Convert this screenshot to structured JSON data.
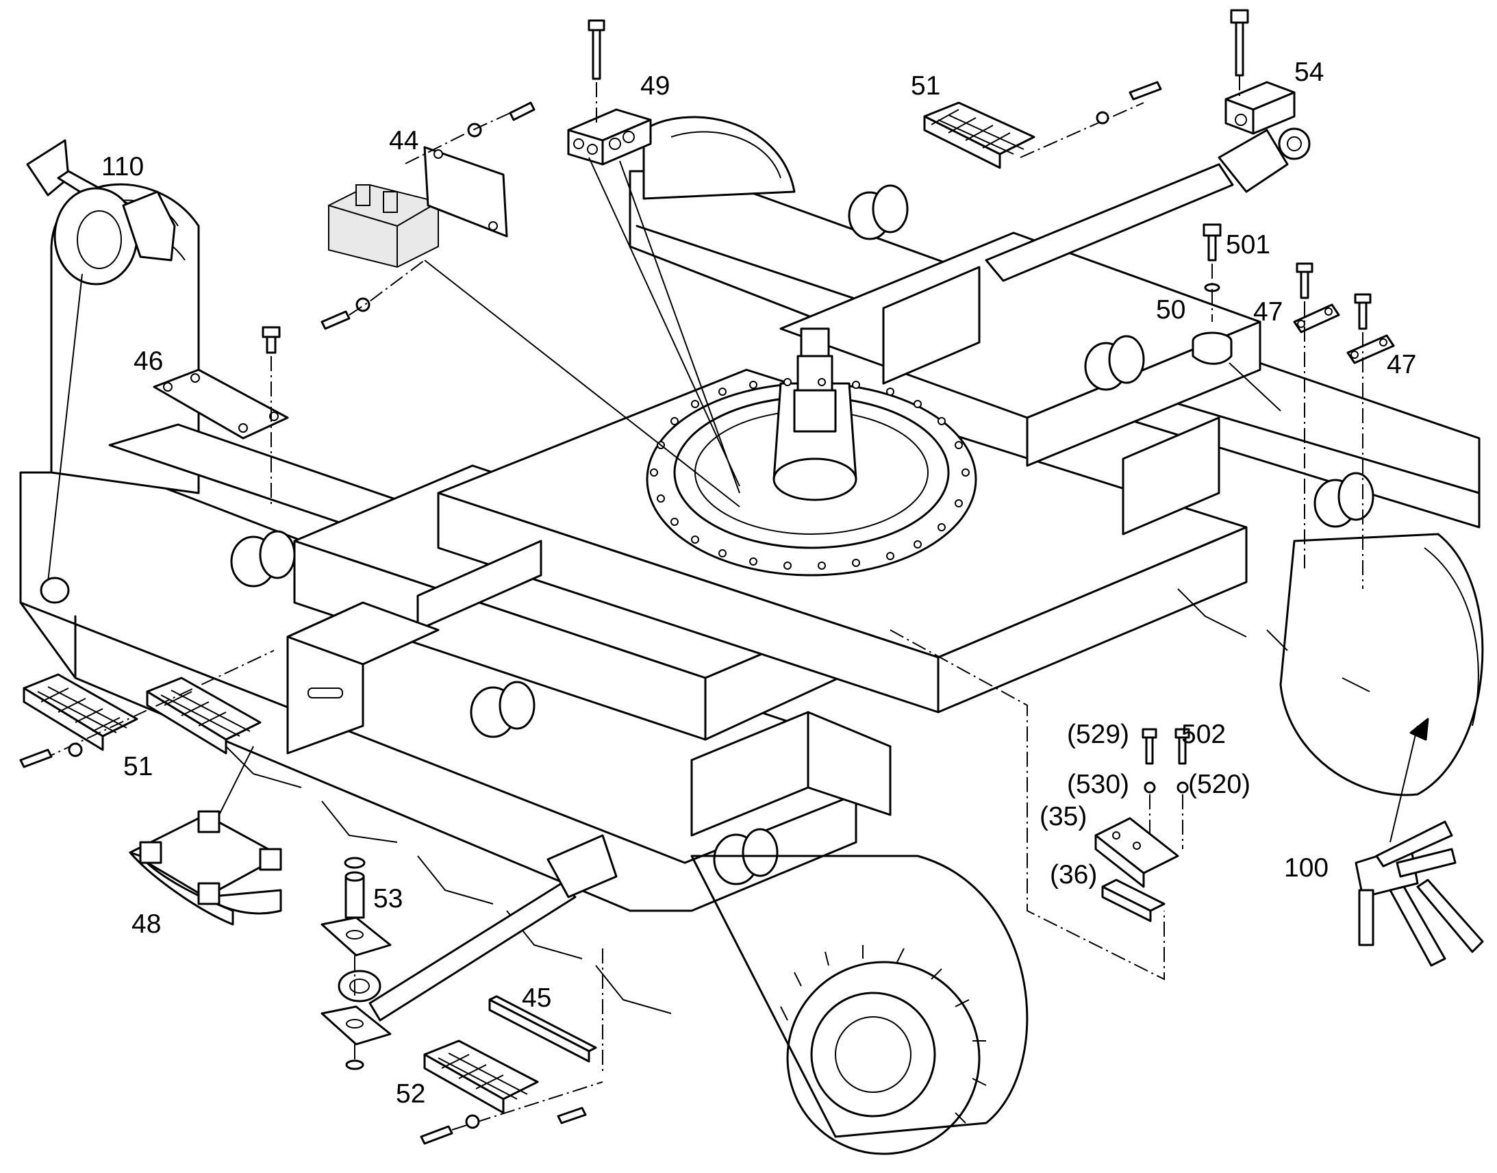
{
  "labels": {
    "l110": "110",
    "l44": "44",
    "l49": "49",
    "l51_top": "51",
    "l54": "54",
    "l501": "501",
    "l50": "50",
    "l47_a": "47",
    "l47_b": "47",
    "l46": "46",
    "l51_left": "51",
    "l48": "48",
    "l53": "53",
    "l45": "45",
    "l52": "52",
    "l529": "(529)",
    "l502": "502",
    "l530": "(530)",
    "l520": "(520)",
    "l35": "(35)",
    "l36": "(36)",
    "l100": "100"
  }
}
